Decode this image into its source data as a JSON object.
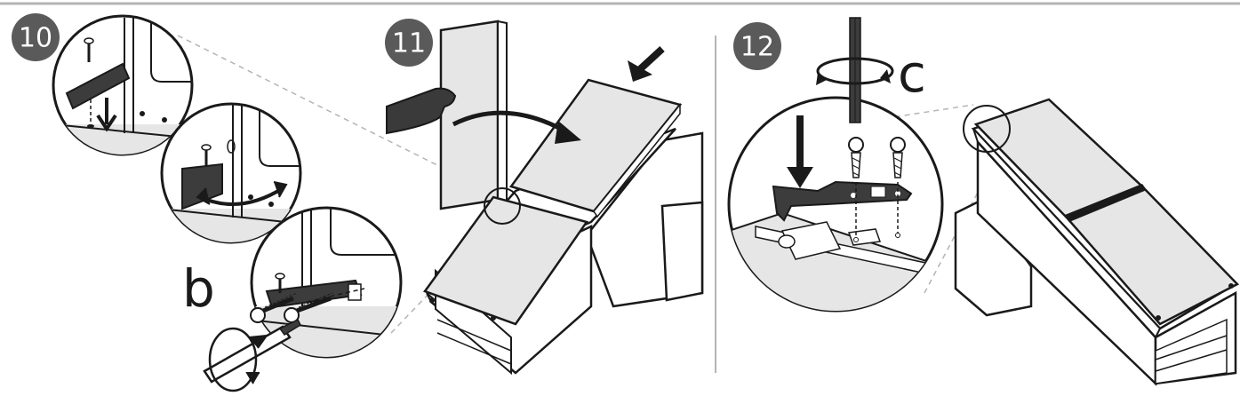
{
  "steps": [
    {
      "number": "10",
      "label": "b"
    },
    {
      "number": "11"
    },
    {
      "number": "12",
      "label": "c"
    }
  ],
  "colors": {
    "line": "#1a1a1a",
    "badge": "#5a5a5a",
    "panel_fill": "#e6e6e6",
    "bracket": "#3c3c3c",
    "divider": "#b4b4b4",
    "dashed_leader": "#b4b4b4",
    "glove": "#3a3a3a"
  },
  "icons": [
    "circle-badge",
    "press-arrow",
    "rotation-arrow",
    "screwdriver",
    "hinge-bracket",
    "screw",
    "tool-clip",
    "gloved-hand"
  ]
}
